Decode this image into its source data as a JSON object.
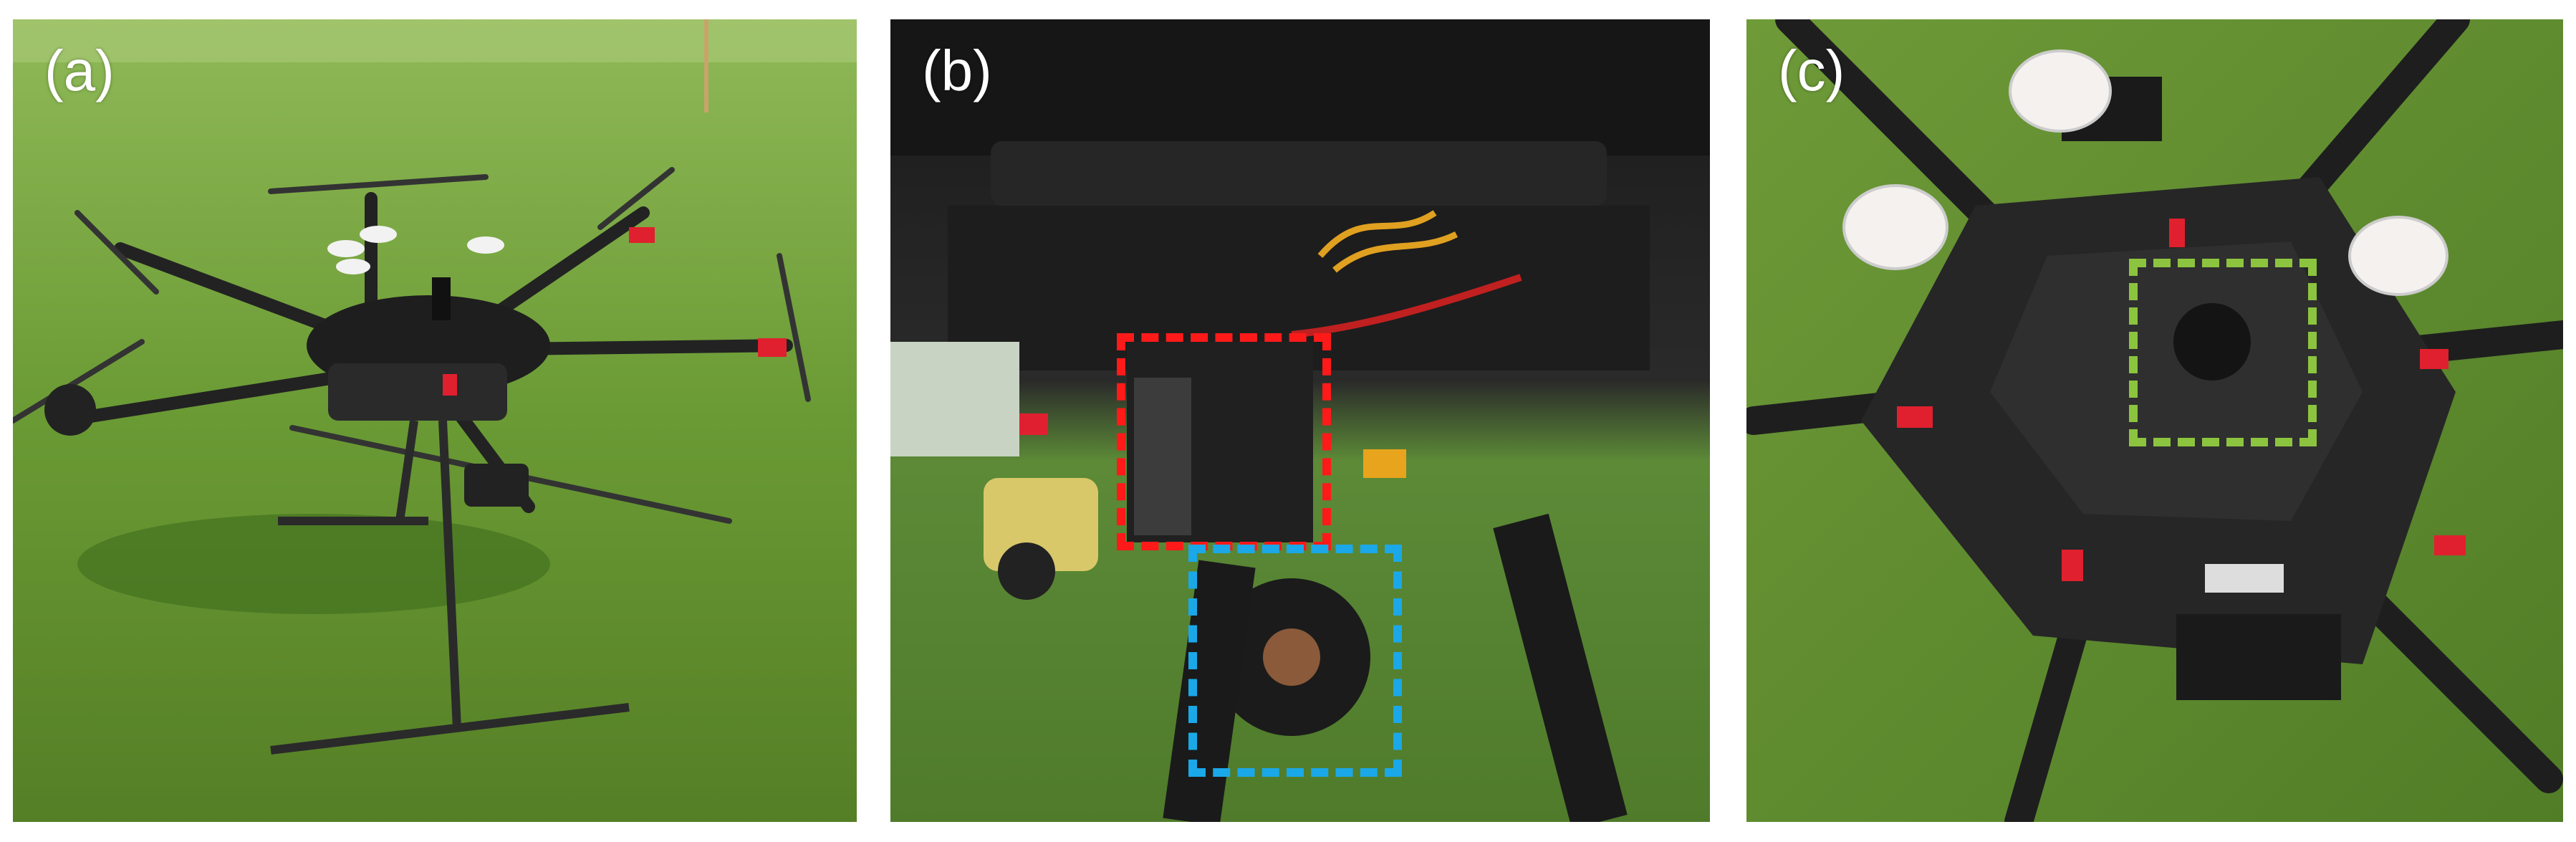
{
  "panels": [
    {
      "id": "a",
      "label": "(a)",
      "content": "drone-on-grass"
    },
    {
      "id": "b",
      "label": "(b)",
      "content": "underside-closeup"
    },
    {
      "id": "c",
      "label": "(c)",
      "content": "top-view"
    }
  ],
  "highlights": [
    {
      "panel": "b",
      "name": "red-dashed-box",
      "color": "#ff1a1a"
    },
    {
      "panel": "b",
      "name": "blue-dashed-box",
      "color": "#1aa8e8"
    },
    {
      "panel": "c",
      "name": "green-dashed-box",
      "color": "#8cc43f"
    }
  ],
  "colors": {
    "grass": "#5f8f2e",
    "grass_dark": "#3f6b1f",
    "frame": "#1c1c1c",
    "arm_clip": "#e02030"
  }
}
